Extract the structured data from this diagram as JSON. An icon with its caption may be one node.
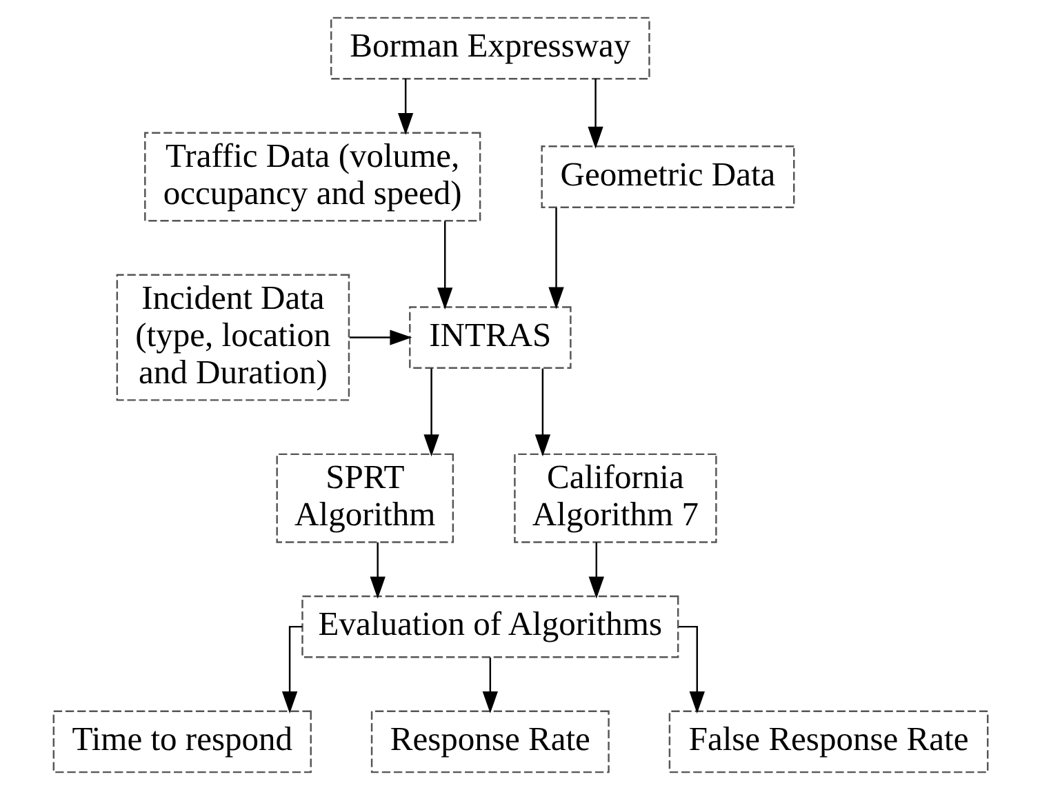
{
  "diagram": {
    "nodes": [
      {
        "text": [
          "Borman Expressway"
        ]
      },
      {
        "text": [
          "Traffic Data (volume, occupancy and speed)"
        ]
      },
      {
        "text": [
          "Geometric Data"
        ]
      },
      {
        "text": [
          "INTRAS"
        ]
      },
      {
        "text": [
          "Incident Data (type, location and Duration)"
        ]
      },
      {
        "text": [
          "SPRT Algorithm"
        ]
      },
      {
        "text": [
          "California Algorithm 7"
        ]
      },
      {
        "text": [
          "Evaluation of Algorithms"
        ]
      },
      {
        "text": [
          "Time to respond"
        ]
      },
      {
        "text": [
          "Response Rate"
        ]
      },
      {
        "text": [
          "False Response Rate"
        ]
      }
    ],
    "edges": [
      {
        "from": 0,
        "to": 1,
        "arrow": "to"
      },
      {
        "from": 0,
        "to": 2,
        "arrow": "to"
      },
      {
        "from": 1,
        "to": 3,
        "arrow": "to"
      },
      {
        "from": 2,
        "to": 3,
        "arrow": "to"
      },
      {
        "from": 4,
        "to": 3,
        "arrow": "to"
      },
      {
        "from": 3,
        "to": 5,
        "arrow": "to"
      },
      {
        "from": 3,
        "to": 6,
        "arrow": "to"
      },
      {
        "from": 5,
        "to": 7,
        "arrow": "to"
      },
      {
        "from": 6,
        "to": 7,
        "arrow": "to"
      },
      {
        "from": 7,
        "to": 8,
        "arrow": "to"
      },
      {
        "from": 7,
        "to": 9,
        "arrow": "to"
      },
      {
        "from": 7,
        "to": 10,
        "arrow": "to"
      }
    ]
  }
}
